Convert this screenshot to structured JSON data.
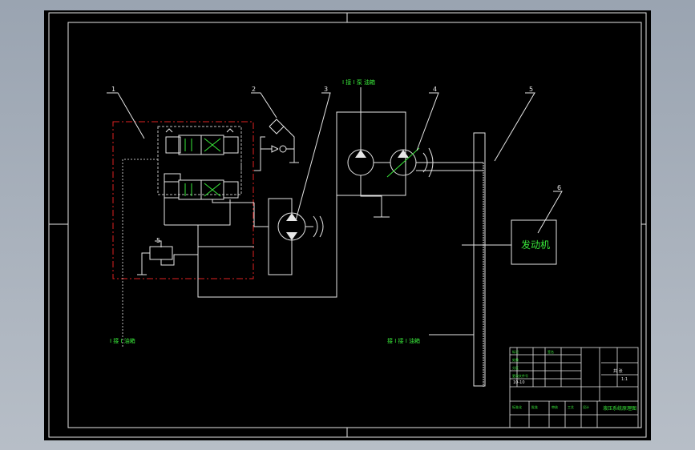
{
  "colors": {
    "line": "#e6e6e6",
    "accent": "#39e83a",
    "dashed": "#e02222",
    "background": "#000000",
    "viewport": "#b0b8c2"
  },
  "callouts": {
    "c1": "1",
    "c2": "2",
    "c3": "3",
    "c4": "4",
    "c5": "5",
    "c6": "6",
    "c5b": "5"
  },
  "labels": {
    "top_note": "I 接 I 泵 油箱",
    "engine": "发动机",
    "left_note": "I 接 I 油箱",
    "mid_note": "接 I 接 I 油箱"
  },
  "title_block": {
    "rows": [
      "标记",
      "处数",
      "分区",
      "更改文件号",
      "签名"
    ],
    "cells": [
      "标准化",
      "批准",
      "审核",
      "工艺",
      "设计"
    ],
    "drawing_no": "10-10",
    "scale": "1:1",
    "sheet": "共 张",
    "name": "液压系统原理图"
  }
}
